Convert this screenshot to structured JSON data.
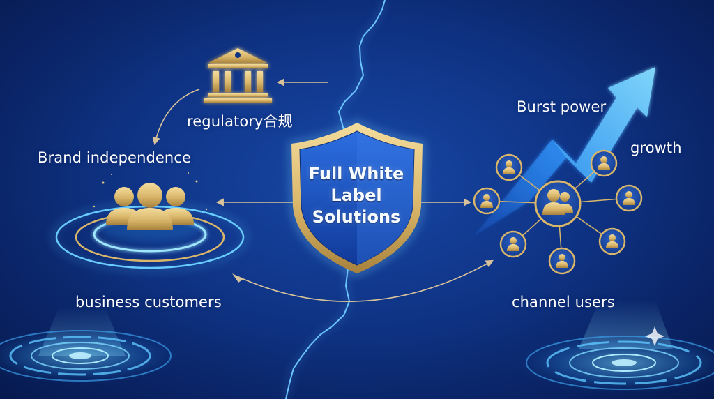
{
  "center": {
    "title_lines": [
      "Full White",
      "Label",
      "Solutions"
    ]
  },
  "labels": {
    "regulatory": "regulatory合规",
    "brand": "Brand independence",
    "business": "business customers",
    "burst": "Burst power",
    "growth": "growth",
    "channel": "channel users"
  },
  "colors": {
    "background": "#0f3486",
    "gold": "#d9b66a",
    "glow_blue": "#4fc3ff",
    "arrow_line": "#d8c29a"
  },
  "icons": {
    "regulatory": "bank-building-icon",
    "business": "people-group-icon",
    "channel_hub": "user-pair-icon",
    "channel_node": "user-icon",
    "growth": "trend-arrow-icon"
  }
}
